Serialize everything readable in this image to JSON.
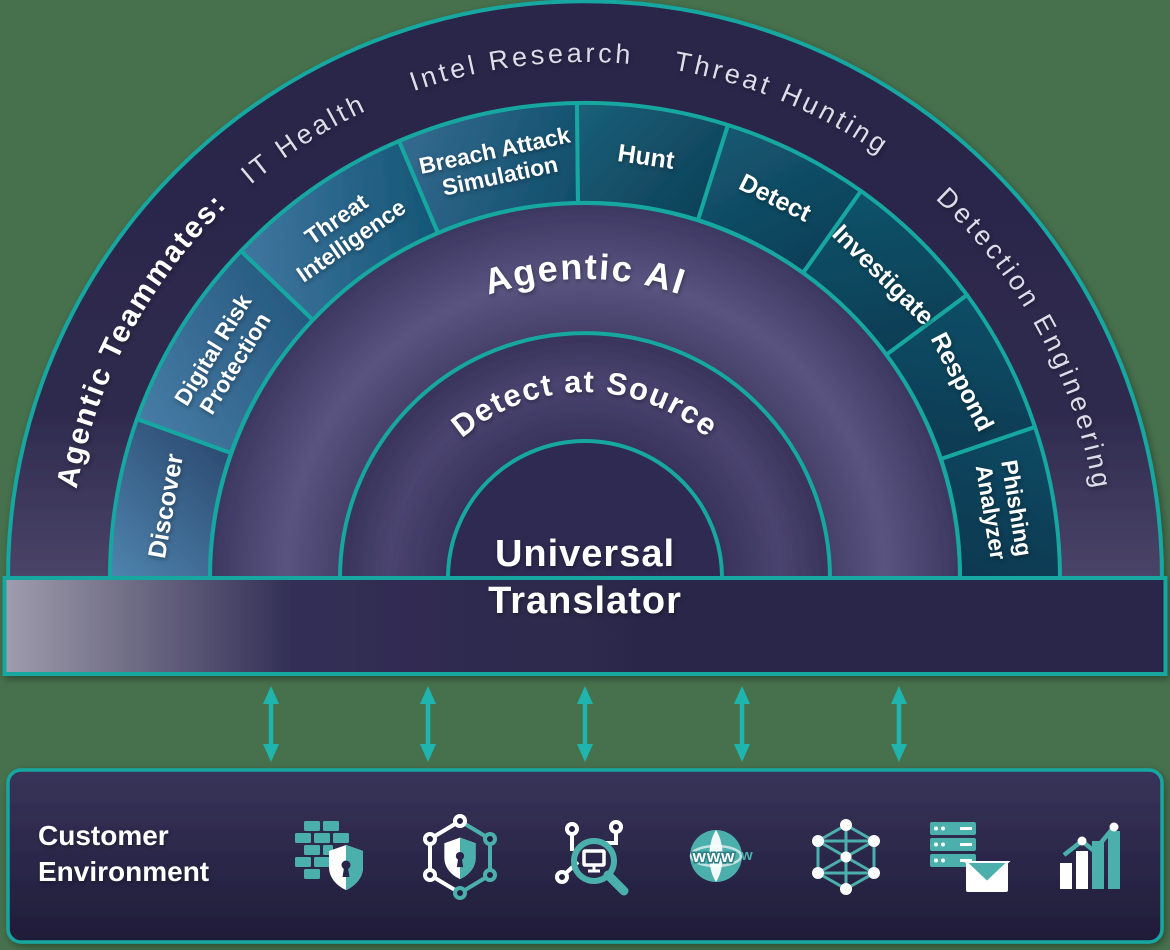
{
  "colors": {
    "background": "#47714D",
    "teal_border": "#14A7A1",
    "arrow_teal": "#1FB5AE",
    "dark_navy": "#2B2749",
    "segment_blue_start": "#4E84AE",
    "segment_teal_end": "#0A3850",
    "icon_teal": "#4BB0AB",
    "text_white": "#FFFFFF"
  },
  "wheel": {
    "teammates_prefix": "Agentic Teammates:",
    "outer_labels": [
      "IT Health",
      "Intel Research",
      "Threat Hunting",
      "Detection Engineering"
    ],
    "segments": [
      {
        "id": "discover",
        "lines": [
          "Discover"
        ]
      },
      {
        "id": "digital-risk-protection",
        "lines": [
          "Digital Risk",
          "Protection"
        ]
      },
      {
        "id": "threat-intelligence",
        "lines": [
          "Threat",
          "Intelligence"
        ]
      },
      {
        "id": "breach-attack-simulation",
        "lines": [
          "Breach Attack",
          "Simulation"
        ]
      },
      {
        "id": "hunt",
        "lines": [
          "Hunt"
        ]
      },
      {
        "id": "detect",
        "lines": [
          "Detect"
        ]
      },
      {
        "id": "investigate",
        "lines": [
          "Investigate"
        ]
      },
      {
        "id": "respond",
        "lines": [
          "Respond"
        ]
      },
      {
        "id": "phishing-analyzer",
        "lines": [
          "Phishing",
          "Analyzer"
        ]
      }
    ],
    "ring_agentic_ai": "Agentic AI",
    "ring_detect_at_source": "Detect at Source",
    "center_line1": "Universal",
    "center_line2": "Translator"
  },
  "connectors": {
    "arrow_count": 5,
    "style": "double-headed-vertical"
  },
  "customer_panel": {
    "label_line1": "Customer",
    "label_line2": "Environment",
    "globe_text": "www",
    "globe_text_tail": "w",
    "icons": [
      "firewall-shield-icon",
      "network-shield-icon",
      "endpoint-search-icon",
      "web-globe-icon",
      "mesh-network-icon",
      "server-mail-icon",
      "analytics-chart-icon"
    ]
  }
}
